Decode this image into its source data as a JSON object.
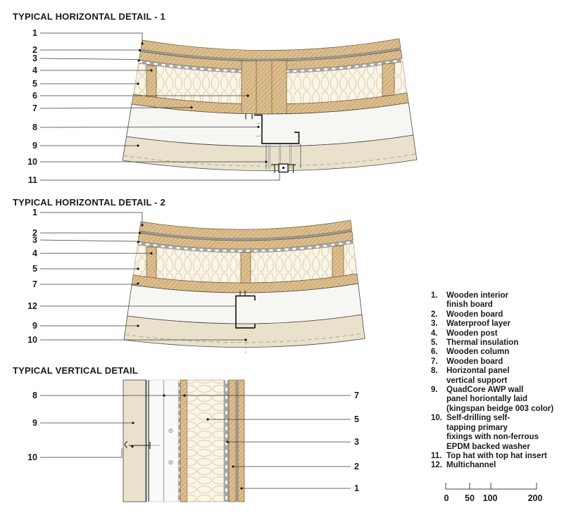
{
  "details": {
    "d1": {
      "title": "TYPICAL HORIZONTAL DETAIL - 1",
      "labels": [
        "1",
        "2",
        "3",
        "4",
        "5",
        "6",
        "7",
        "8",
        "9",
        "10",
        "11"
      ]
    },
    "d2": {
      "title": "TYPICAL HORIZONTAL DETAIL - 2",
      "labels": [
        "1",
        "2",
        "3",
        "4",
        "5",
        "7",
        "12",
        "9",
        "10"
      ]
    },
    "d3": {
      "title": "TYPICAL VERTICAL DETAIL",
      "labels_left": [
        "8",
        "9",
        "10"
      ],
      "labels_right": [
        "7",
        "5",
        "3",
        "2",
        "1"
      ]
    }
  },
  "legend": {
    "items": [
      {
        "num": "1.",
        "text": "Wooden interior\nfinish board"
      },
      {
        "num": "2.",
        "text": "Wooden board"
      },
      {
        "num": "3.",
        "text": "Waterproof layer"
      },
      {
        "num": "4.",
        "text": "Wooden post"
      },
      {
        "num": "5.",
        "text": "Thermal insulation"
      },
      {
        "num": "6.",
        "text": "Wooden column"
      },
      {
        "num": "7.",
        "text": "Wooden board"
      },
      {
        "num": "8.",
        "text": "Horizontal panel\nvertical support"
      },
      {
        "num": "9.",
        "text": "QuadCore AWP wall\npanel horiontally laid\n(kingspan beidge 003 color)"
      },
      {
        "num": "10.",
        "text": "Self-drilling self-\ntapping primary\nfixings with non-ferrous\nEPDM backed washer"
      },
      {
        "num": "11.",
        "text": "Top hat with top hat insert"
      },
      {
        "num": "12.",
        "text": "Multichannel"
      }
    ]
  },
  "scale_bar": {
    "labels": [
      "0",
      "50",
      "100",
      "200"
    ]
  },
  "colors": {
    "wood": "#dcbe8f",
    "wood_hatch": "#b98f55",
    "wood_border": "#6f5b38",
    "insul_bg": "#fbf5e6",
    "insul_line": "#d9ccb1",
    "gray_strip": "#a6a6a6",
    "gray_line": "#9b9b9b",
    "panel_white": "#f6f6f3",
    "panel_white2": "#fafaf8",
    "panel_beige": "#e9e1cb",
    "beige_dash": "#b7ac90",
    "dark_line": "#474747",
    "metal": "#1d1d1d",
    "leader": "#3a3a3a",
    "fixing": "#999999",
    "text": "#1a1a1a"
  }
}
